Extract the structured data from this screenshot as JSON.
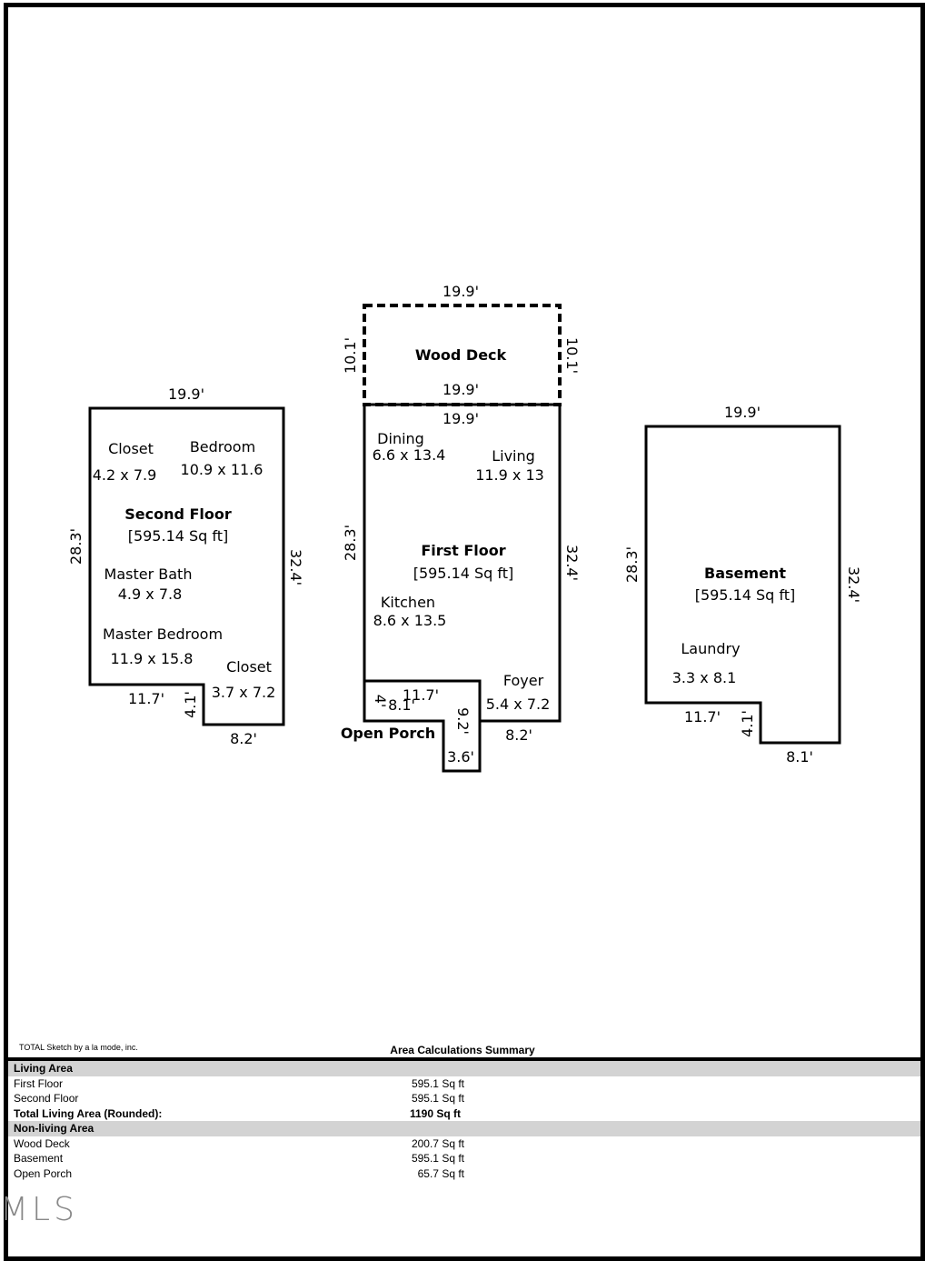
{
  "diagram": {
    "wood_deck": {
      "title": "Wood Deck",
      "top": "19.9'",
      "bottom": "19.9'",
      "left": "10.1'",
      "right": "10.1'"
    },
    "second_floor": {
      "title": "Second Floor",
      "area": "[595.14 Sq ft]",
      "top": "19.9'",
      "left": "28.3'",
      "right": "32.4'",
      "step_w": "11.7'",
      "step_h": "4.1'",
      "bottom": "8.2'",
      "rooms": [
        {
          "name": "Closet",
          "size": "4.2 x 7.9"
        },
        {
          "name": "Bedroom",
          "size": "10.9 x 11.6"
        },
        {
          "name": "Master Bath",
          "size": "4.9 x 7.8"
        },
        {
          "name": "Master Bedroom",
          "size": "11.9 x 15.8"
        },
        {
          "name": "Closet",
          "size": "3.7 x 7.2"
        }
      ]
    },
    "first_floor": {
      "title": "First Floor",
      "area": "[595.14 Sq ft]",
      "top": "19.9'",
      "left": "28.3'",
      "right": "32.4'",
      "step_w": "11.7'",
      "bottom": "8.2'",
      "rooms": [
        {
          "name": "Dining",
          "size": "6.6 x 13.4"
        },
        {
          "name": "Living",
          "size": "11.9 x 13"
        },
        {
          "name": "Kitchen",
          "size": "8.6 x 13.5"
        },
        {
          "name": "Foyer",
          "size": "5.4 x 7.2"
        }
      ]
    },
    "open_porch": {
      "title": "Open Porch",
      "h1": "4'",
      "w1": "8.1'",
      "h2": "9.2'",
      "w2": "3.6'"
    },
    "basement": {
      "title": "Basement",
      "area": "[595.14 Sq ft]",
      "top": "19.9'",
      "left": "28.3'",
      "right": "32.4'",
      "step_w": "11.7'",
      "step_h": "4.1'",
      "bottom": "8.1'",
      "rooms": [
        {
          "name": "Laundry",
          "size": "3.3 x 8.1"
        }
      ]
    }
  },
  "footer": {
    "credit": "TOTAL Sketch by a la mode, inc.",
    "summary_title": "Area Calculations Summary",
    "rows": [
      {
        "label": "Living Area",
        "value": "",
        "kind": "section"
      },
      {
        "label": "First Floor",
        "value": "595.1 Sq ft",
        "kind": "item"
      },
      {
        "label": "Second Floor",
        "value": "595.1 Sq ft",
        "kind": "item"
      },
      {
        "label": "Total Living Area (Rounded):",
        "value": "1190 Sq ft",
        "kind": "total"
      },
      {
        "label": "Non-living Area",
        "value": "",
        "kind": "section"
      },
      {
        "label": "Wood Deck",
        "value": "200.7 Sq ft",
        "kind": "item"
      },
      {
        "label": "Basement",
        "value": "595.1 Sq ft",
        "kind": "item"
      },
      {
        "label": "Open Porch",
        "value": "65.7 Sq ft",
        "kind": "item"
      }
    ],
    "logo": "MLS"
  }
}
